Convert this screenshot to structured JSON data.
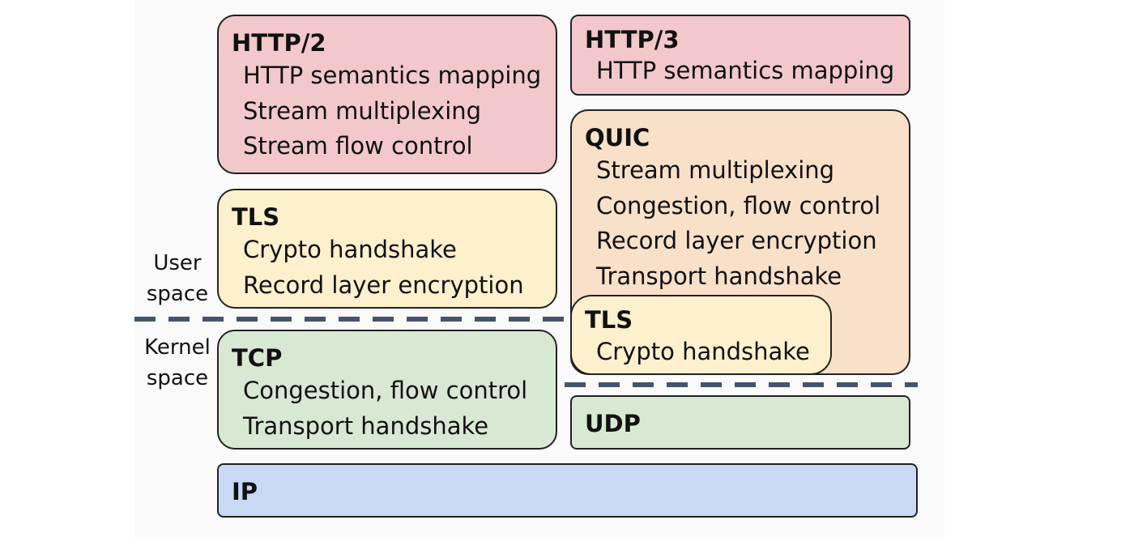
{
  "labels": {
    "user_space": [
      "User",
      "space"
    ],
    "kernel_space": [
      "Kernel",
      "space"
    ]
  },
  "http2": {
    "title": "HTTP/2",
    "items": [
      "HTTP semantics mapping",
      "Stream multiplexing",
      "Stream flow control"
    ]
  },
  "tls_left": {
    "title": "TLS",
    "items": [
      "Crypto handshake",
      "Record layer encryption"
    ]
  },
  "tcp": {
    "title": "TCP",
    "items": [
      "Congestion, flow control",
      "Transport handshake"
    ]
  },
  "http3": {
    "title": "HTTP/3",
    "items": [
      "HTTP semantics mapping"
    ]
  },
  "quic": {
    "title": "QUIC",
    "items": [
      "Stream multiplexing",
      "Congestion, flow control",
      "Record layer encryption",
      "Transport handshake"
    ]
  },
  "tls_right": {
    "title": "TLS",
    "items": [
      "Crypto handshake"
    ]
  },
  "udp": {
    "title": "UDP"
  },
  "ip": {
    "title": "IP"
  },
  "colors": {
    "http": "#f2c8cb",
    "tls": "#fdf0cc",
    "quic": "#f9e0c9",
    "transport": "#d8e9d3",
    "ip": "#c9d9f5",
    "divider": "#44546a"
  }
}
